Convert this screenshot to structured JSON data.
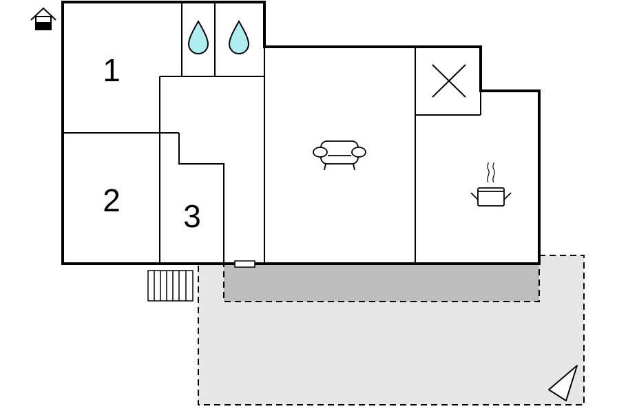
{
  "floorplan": {
    "rooms": [
      {
        "id": "bedroom-1",
        "label": "1"
      },
      {
        "id": "bedroom-2",
        "label": "2"
      },
      {
        "id": "bedroom-3",
        "label": "3"
      }
    ],
    "icons": [
      "house-icon",
      "bathroom-water-drop-icon",
      "shower-water-drop-icon",
      "sofa-icon",
      "cooking-pot-icon",
      "stairs-icon",
      "compass-north-icon"
    ],
    "colors": {
      "wall": "#000000",
      "terrace_fill": "#e6e6e6",
      "covered_terrace_fill": "#bdbdbd",
      "water_drop": "#aeeef0"
    }
  }
}
